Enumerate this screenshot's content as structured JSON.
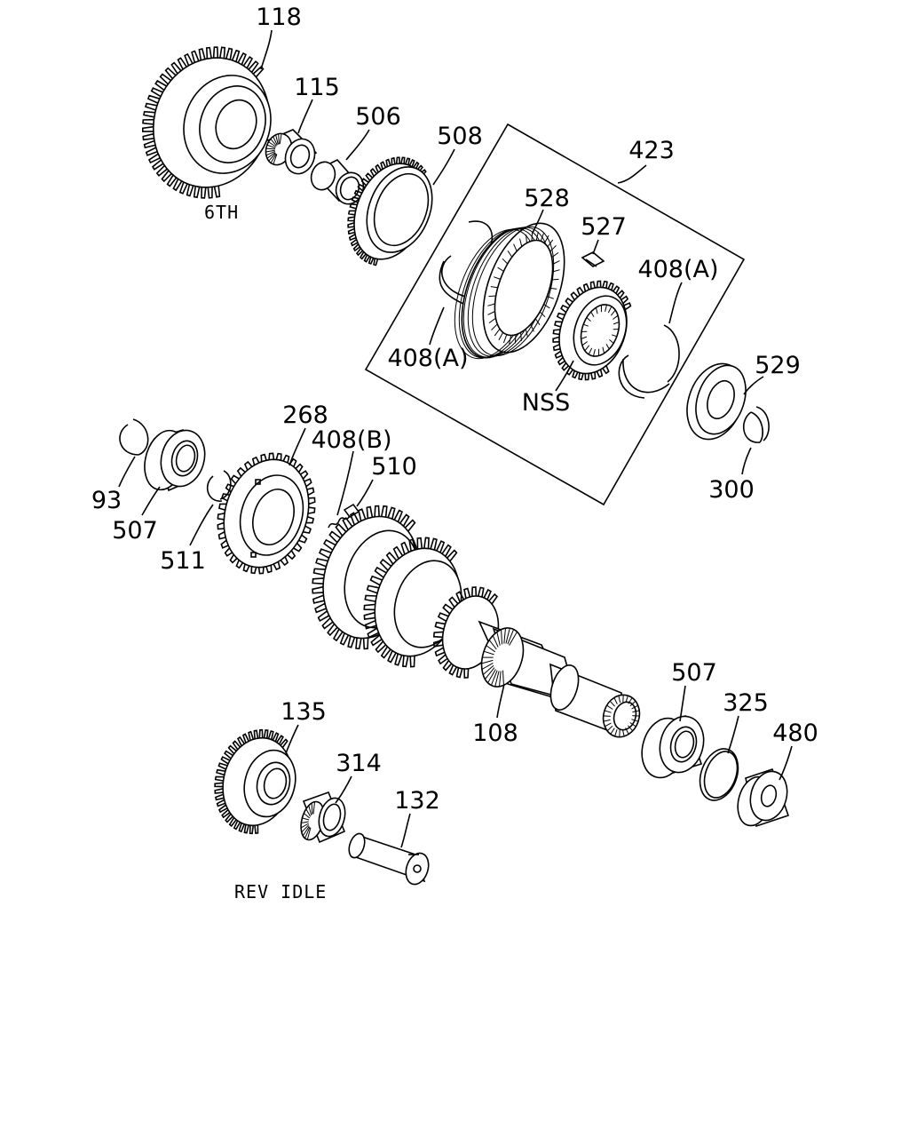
{
  "diagram": {
    "labels": {
      "p118": "118",
      "p115": "115",
      "p506": "506",
      "p508": "508",
      "p423": "423",
      "p528": "528",
      "p527": "527",
      "p408a_right": "408(A)",
      "p408a_left": "408(A)",
      "nss": "NSS",
      "p529": "529",
      "p300": "300",
      "p268": "268",
      "p408b": "408(B)",
      "p510": "510",
      "p93": "93",
      "p507_left": "507",
      "p511": "511",
      "p108": "108",
      "p507_right": "507",
      "p325": "325",
      "p480": "480",
      "p135": "135",
      "p314": "314",
      "p132": "132"
    },
    "captions": {
      "sixth": "6TH",
      "rev_idle": "REV IDLE"
    }
  }
}
